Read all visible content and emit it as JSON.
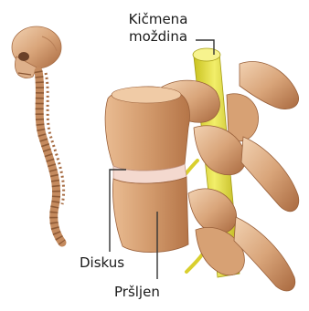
{
  "labels": {
    "spinal_cord_line1": "Kičmena",
    "spinal_cord_line2": "moždina",
    "disc": "Diskus",
    "vertebra": "Pršljen"
  },
  "colors": {
    "bone": "#d9a57a",
    "bone_shadow": "#b8794e",
    "bone_light": "#f0cfae",
    "spinal_cord": "#e6e04a",
    "nerve": "#d9cf2e",
    "disc": "#f4d9cf",
    "leader_line": "#333333"
  }
}
